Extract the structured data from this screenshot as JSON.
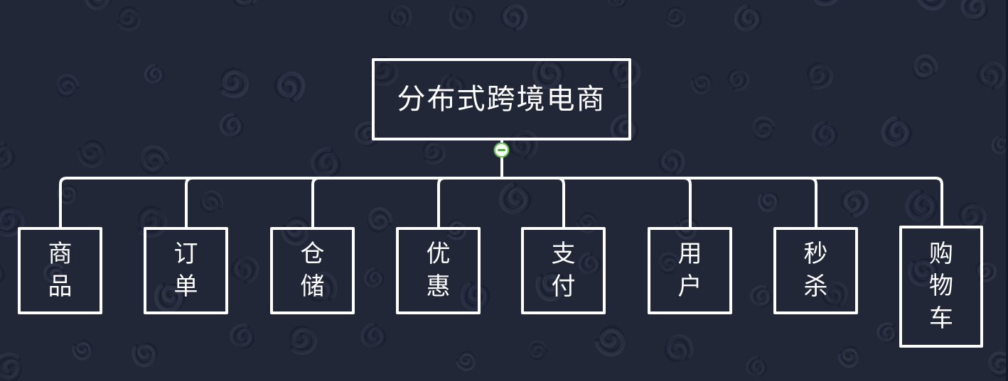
{
  "canvas": {
    "background_color": "#212737",
    "connector_color": "#ffffff",
    "node_border_color": "#ffffff",
    "node_text_color": "#ffffff",
    "collapse_button": {
      "symbol": "−",
      "ring_color": "#79c568",
      "minus_color": "#55a54b",
      "fill_color": "#f6fcf3"
    },
    "watermark_icon": "swirl-icon"
  },
  "mindmap": {
    "root": {
      "label": "分布式跨境电商"
    },
    "children": [
      {
        "label": "商品"
      },
      {
        "label": "订单"
      },
      {
        "label": "仓储"
      },
      {
        "label": "优惠"
      },
      {
        "label": "支付"
      },
      {
        "label": "用户"
      },
      {
        "label": "秒杀"
      },
      {
        "label": "购物车"
      }
    ]
  }
}
